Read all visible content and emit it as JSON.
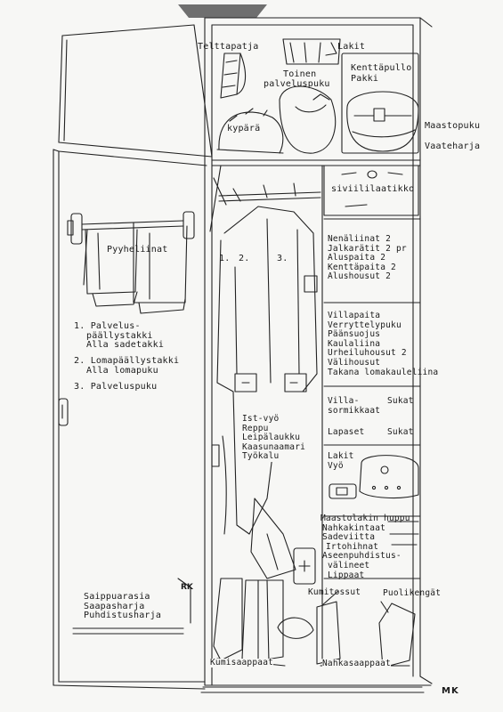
{
  "top_shelf": {
    "telttapatja": "Telttapatja",
    "lakit": "Lakit",
    "toinen_palveluspuku_1": "Toinen",
    "toinen_palveluspuku_2": "palveluspuku",
    "kenttapullo": "Kenttäpullo",
    "pakki": "Pakki",
    "kypara": "kypärä",
    "maastopuku": "Maastopuku",
    "vaateharja": "Vaateharja"
  },
  "towel_rack": {
    "label": "Pyyheliinat"
  },
  "hanger_legend": [
    {
      "num": "1.",
      "lines": [
        "Palvelus-",
        "päällystakki",
        "Alla sadetakki"
      ]
    },
    {
      "num": "2.",
      "lines": [
        "Lomapäällystakki",
        "Alla lomapuku"
      ]
    },
    {
      "num": "3.",
      "lines": [
        "Palveluspuku"
      ]
    }
  ],
  "hanger_numbers": [
    "1.",
    "2.",
    "3."
  ],
  "right_column": {
    "siviililaatikko": "siviililaatikko",
    "socks_group": [
      "Nenäliinat 2",
      "Jalkarätit 2 pr",
      "Aluspaita  2",
      "Kenttäpaita 2",
      "Alushousut 2"
    ],
    "wool_group": [
      "Villapaita",
      "Verryttelypuku",
      "Päänsuojus",
      "Kaulaliina",
      "Urheiluhousut 2",
      "Välihousut",
      "Takana lomakauleliina"
    ],
    "gloves_group": [
      {
        "left": "Villa-",
        "right": "Sukat"
      },
      {
        "left": "sormikkaat",
        "right": ""
      }
    ],
    "gloves_row2": {
      "left": "Lapaset",
      "right": "Sukat"
    },
    "lakit_vyo": [
      "Lakit",
      "Vyö"
    ],
    "bottom_group": [
      "Maastolakin huppu",
      "Nahkakintaat",
      "Sadeviitta",
      "Irtohihnat",
      "Aseenpuhdistus-",
      "välineet",
      "Lippaat"
    ]
  },
  "middle_items": [
    "Ist-vyö",
    "Reppu",
    "Leipälaukku",
    "Kaasunaamari",
    "Työkalu"
  ],
  "floor": {
    "kumitossut": "Kumitossut",
    "puolikengat": "Puolikengät",
    "kumisaappaat": "Kumisaappaat",
    "nahkasaappaat": "Nahkasaappaat"
  },
  "door_shelf": {
    "rk": "RK",
    "items": [
      "Saippuarasia",
      "Saapasharja",
      "Puhdistusharja"
    ]
  },
  "signature": "MK",
  "colors": {
    "ink": "#1a1a1a",
    "paper": "#f7f7f5"
  }
}
